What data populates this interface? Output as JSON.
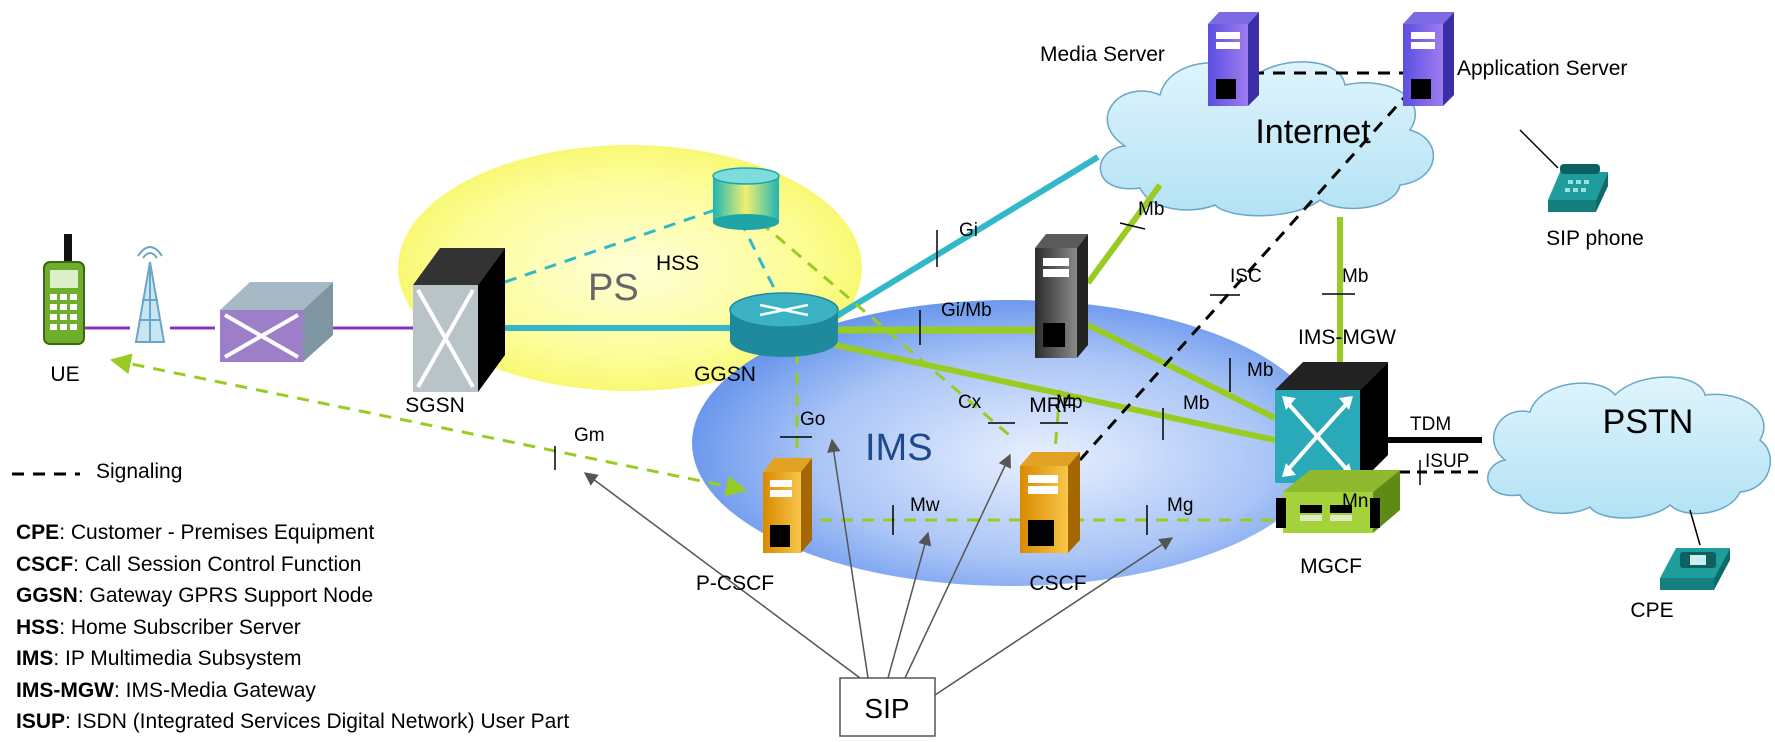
{
  "clouds": {
    "internet": "Internet",
    "pstn": "PSTN"
  },
  "domains": {
    "ps": "PS",
    "ims": "IMS"
  },
  "nodes": {
    "ue": "UE",
    "sgsn": "SGSN",
    "hss": "HSS",
    "ggsn": "GGSN",
    "mrf": "MRF",
    "pcscf": "P-CSCF",
    "cscf": "CSCF",
    "ims_mgw": "IMS-MGW",
    "mgcf": "MGCF",
    "media_server": "Media Server",
    "application_server": "Application Server",
    "sip_phone": "SIP phone",
    "cpe": "CPE",
    "sip_box": "SIP"
  },
  "interfaces": {
    "gi": "Gi",
    "gi_mb": "Gi/Mb",
    "mb_top": "Mb",
    "isc": "ISC",
    "mb_right": "Mb",
    "mb_a": "Mb",
    "mb_b": "Mb",
    "cx": "Cx",
    "mp": "Mp",
    "go": "Go",
    "gm": "Gm",
    "mw": "Mw",
    "mg": "Mg",
    "mn": "Mn",
    "tdm": "TDM",
    "isup": "ISUP"
  },
  "signaling_legend": "Signaling",
  "colors": {
    "ps_domain": "#fbfb7e",
    "ims_domain": "#7aa6f2",
    "cloud": "#c6eaf8",
    "user_plane": "#33b8c9",
    "media_link": "#99cc22",
    "signaling": "#000000",
    "radio_link": "#8833bb"
  },
  "glossary": [
    {
      "term": "CPE",
      "definition": ": Customer - Premises Equipment"
    },
    {
      "term": "CSCF",
      "definition": ": Call Session Control Function"
    },
    {
      "term": "GGSN",
      "definition": ": Gateway GPRS Support Node"
    },
    {
      "term": "HSS",
      "definition": ": Home Subscriber Server"
    },
    {
      "term": "IMS",
      "definition": ": IP Multimedia Subsystem"
    },
    {
      "term": "IMS-MGW",
      "definition": ": IMS-Media Gateway"
    },
    {
      "term": "ISUP",
      "definition": ": ISDN (Integrated Services Digital Network) User Part"
    }
  ]
}
